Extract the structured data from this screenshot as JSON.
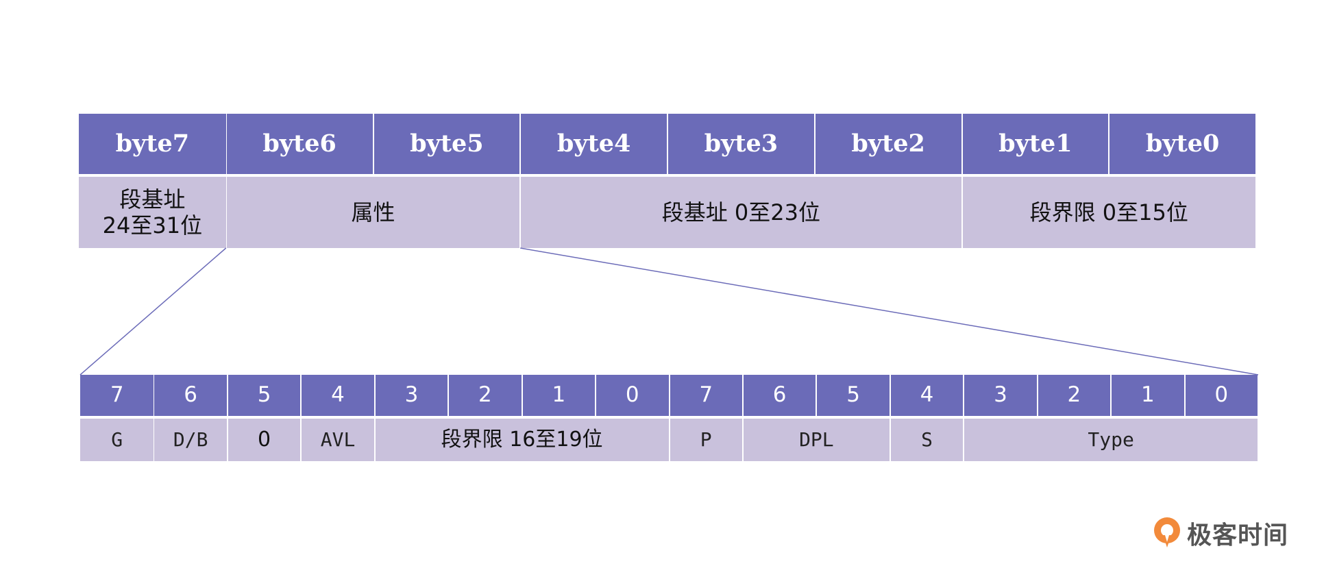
{
  "byte_headers": [
    "byte7",
    "byte6",
    "byte5",
    "byte4",
    "byte3",
    "byte2",
    "byte1",
    "byte0"
  ],
  "byte_fields": [
    {
      "label": "段基址\n24至31位",
      "span": 1
    },
    {
      "label": "属性",
      "span": 2
    },
    {
      "label": "段基址  0至23位",
      "span": 3
    },
    {
      "label": "段界限  0至15位",
      "span": 2
    }
  ],
  "bit_headers": [
    "7",
    "6",
    "5",
    "4",
    "3",
    "2",
    "1",
    "0",
    "7",
    "6",
    "5",
    "4",
    "3",
    "2",
    "1",
    "0"
  ],
  "bit_fields": [
    {
      "label": "G",
      "span": 1,
      "style": "mono"
    },
    {
      "label": "D/B",
      "span": 1,
      "style": "mono"
    },
    {
      "label": "0",
      "span": 1,
      "style": "sans"
    },
    {
      "label": "AVL",
      "span": 1,
      "style": "mono"
    },
    {
      "label": "段界限  16至19位",
      "span": 4,
      "style": "sans"
    },
    {
      "label": "P",
      "span": 1,
      "style": "mono"
    },
    {
      "label": "DPL",
      "span": 2,
      "style": "mono"
    },
    {
      "label": "S",
      "span": 1,
      "style": "mono"
    },
    {
      "label": "Type",
      "span": 4,
      "style": "mono"
    }
  ],
  "colors": {
    "header": "#6b6bb8",
    "data": "#c9c1dc",
    "connector": "#6b6bb8",
    "logo_orange": "#f28a3b"
  },
  "logo": {
    "text": "极客时间",
    "icon": "geektime-logo-icon"
  }
}
